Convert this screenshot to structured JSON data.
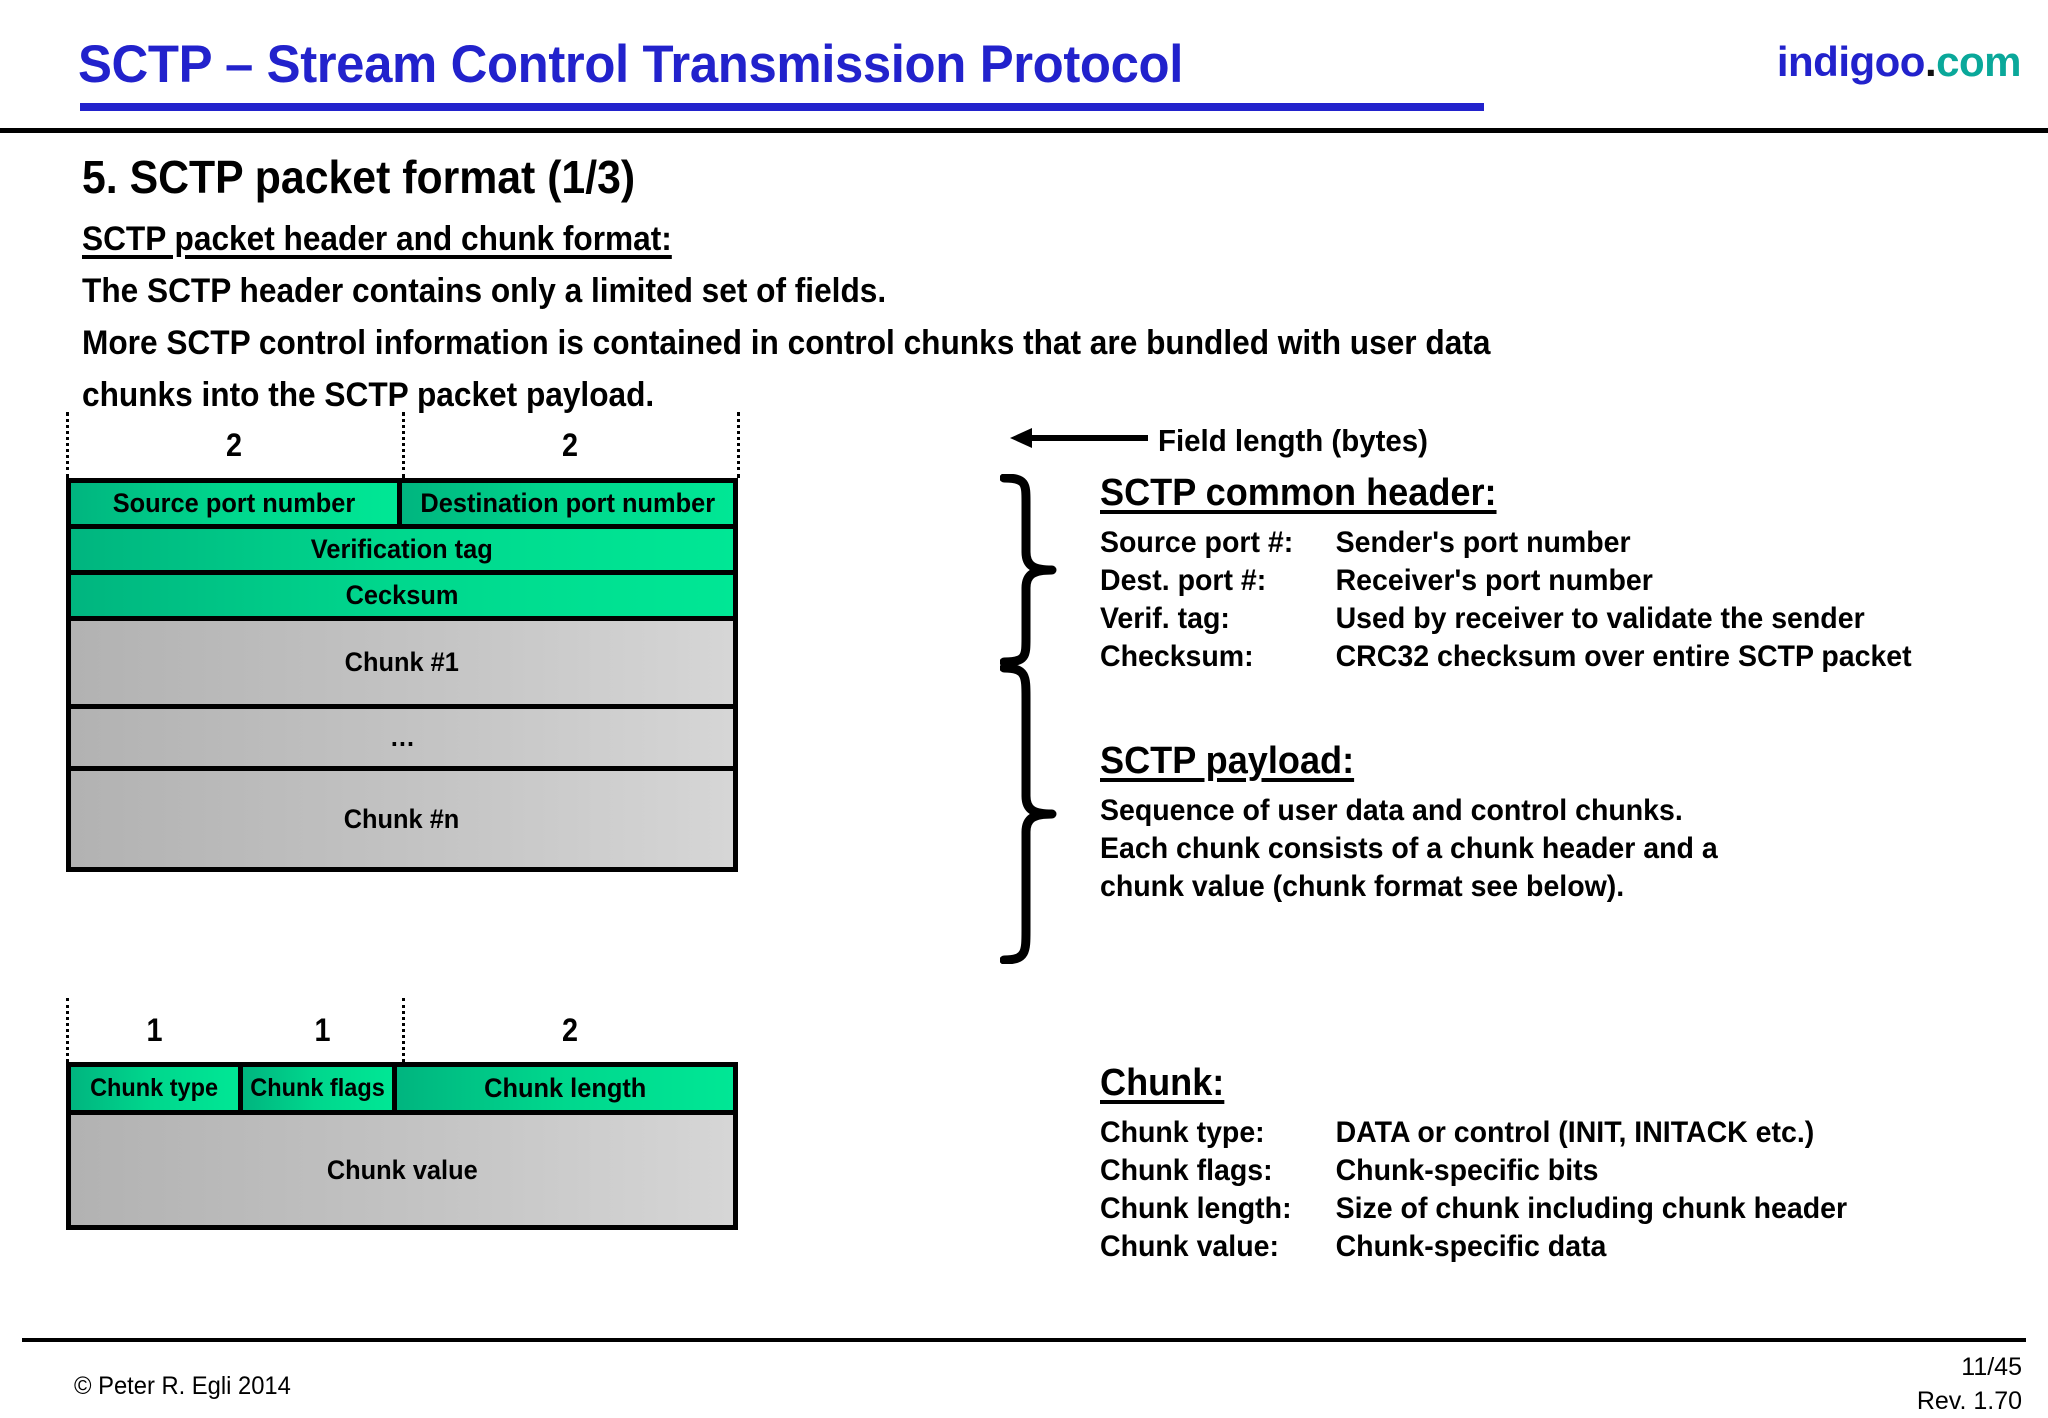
{
  "header": {
    "title": "SCTP – Stream Control Transmission Protocol",
    "brand_name": "indigoo",
    "brand_dot": ".",
    "brand_tld": "com",
    "title_color": "#2222cc",
    "brand_tld_color": "#0aa89a"
  },
  "slide": {
    "title": "5. SCTP packet format (1/3)",
    "intro": [
      "SCTP packet header and chunk format:",
      "The SCTP header contains only a limited set of fields.",
      "More SCTP control information is contained in control chunks that are bundled with user data",
      "chunks into the SCTP packet payload."
    ]
  },
  "packet_diagram": {
    "size_labels": [
      "2",
      "2"
    ],
    "rows": [
      {
        "cells": [
          {
            "label": "Source port number",
            "fill": "green"
          },
          {
            "label": "Destination port number",
            "fill": "green"
          }
        ]
      },
      {
        "cells": [
          {
            "label": "Verification tag",
            "fill": "green"
          }
        ]
      },
      {
        "cells": [
          {
            "label": "Cecksum",
            "fill": "green"
          }
        ]
      },
      {
        "cells": [
          {
            "label": "Chunk #1",
            "fill": "gray"
          }
        ]
      },
      {
        "cells": [
          {
            "label": "…",
            "fill": "gray"
          }
        ]
      },
      {
        "cells": [
          {
            "label": "Chunk #n",
            "fill": "gray"
          }
        ]
      }
    ],
    "colors": {
      "green_dark": "#00b57f",
      "green_light": "#00e795",
      "gray_dark": "#b2b2b2",
      "gray_light": "#d6d6d6",
      "stroke": "#000000"
    }
  },
  "field_length": {
    "label": "Field length (bytes)",
    "arrow_icon": "arrow-left-icon"
  },
  "common_header_block": {
    "title": "SCTP common header:",
    "rows": [
      {
        "key": "Source port #:",
        "value": "Sender's port number"
      },
      {
        "key": "Dest. port #:",
        "value": "Receiver's port number"
      },
      {
        "key": "Verif. tag:",
        "value": "Used by receiver to validate the sender"
      },
      {
        "key": "Checksum:",
        "value": "CRC32 checksum over entire SCTP packet"
      }
    ]
  },
  "payload_block": {
    "title": "SCTP payload:",
    "lines": [
      "Sequence of user data and control chunks.",
      "Each chunk consists of a chunk header and a",
      "chunk value (chunk format see below)."
    ]
  },
  "chunk_diagram": {
    "size_labels": [
      "1",
      "1",
      "2"
    ],
    "rows": [
      {
        "cells": [
          {
            "label": "Chunk type",
            "fill": "green"
          },
          {
            "label": "Chunk flags",
            "fill": "green"
          },
          {
            "label": "Chunk length",
            "fill": "green"
          }
        ]
      },
      {
        "cells": [
          {
            "label": "Chunk value",
            "fill": "gray"
          }
        ]
      }
    ]
  },
  "chunk_block": {
    "title": "Chunk:",
    "rows": [
      {
        "key": "Chunk type:",
        "value": "DATA or control (INIT, INITACK etc.)"
      },
      {
        "key": "Chunk flags:",
        "value": "Chunk-specific bits"
      },
      {
        "key": "Chunk length:",
        "value": "Size of chunk including chunk header"
      },
      {
        "key": "Chunk value:",
        "value": "Chunk-specific data"
      }
    ]
  },
  "footer": {
    "copyright": "© Peter R. Egli 2014",
    "page": "11/45",
    "revision": "Rev. 1.70"
  }
}
